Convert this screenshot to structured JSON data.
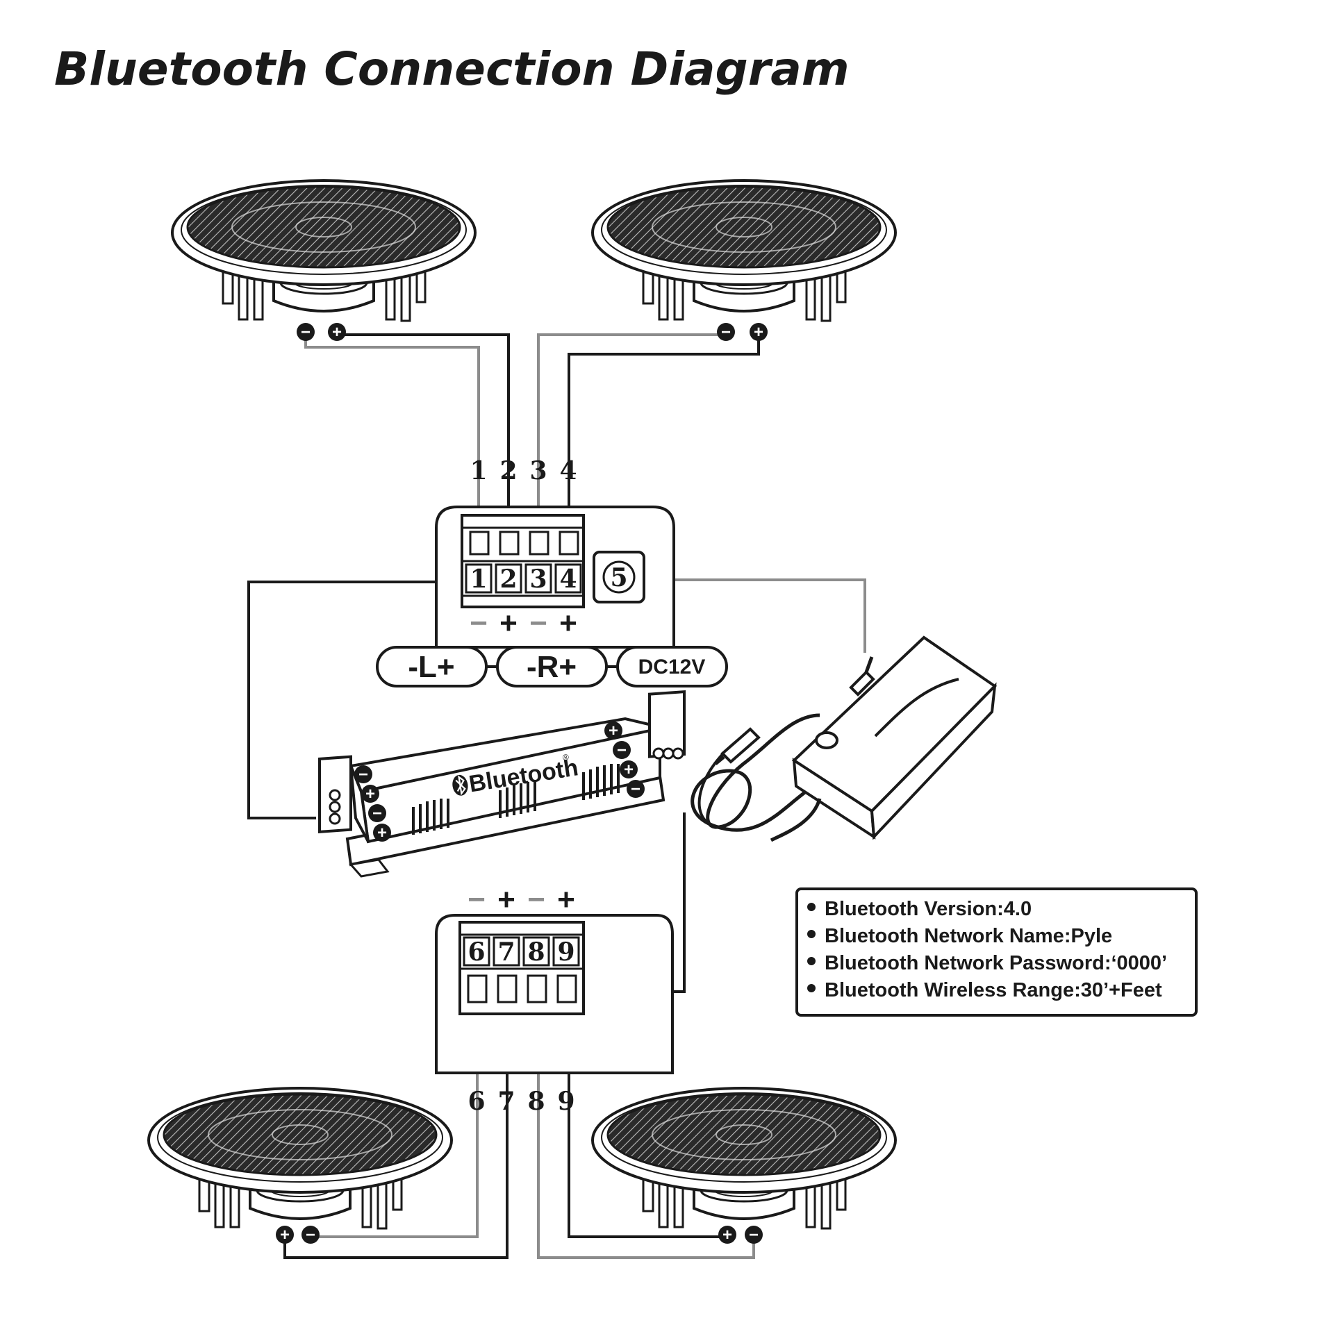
{
  "title": "Bluetooth Connection Diagram",
  "colors": {
    "ink": "#1a1a1a",
    "wire_light": "#8c8c8c",
    "paper": "#ffffff"
  },
  "top_terminal": {
    "numbers_above": [
      "1",
      "2",
      "3",
      "4"
    ],
    "labels": [
      "1",
      "2",
      "3",
      "4"
    ],
    "signs": [
      "−",
      "+",
      "−",
      "+"
    ],
    "power_terminal": "5"
  },
  "channels": {
    "left": "-L+",
    "right": "-R+",
    "power": "DC12V"
  },
  "amplifier": {
    "brand": "Bluetooth",
    "mark": "®",
    "left_signs": [
      "−",
      "+",
      "−",
      "+"
    ],
    "right_signs": [
      "+",
      "−",
      "+",
      "−"
    ]
  },
  "bottom_terminal": {
    "signs": [
      "−",
      "+",
      "−",
      "+"
    ],
    "labels": [
      "6",
      "7",
      "8",
      "9"
    ],
    "numbers_below": [
      "6",
      "7",
      "8",
      "9"
    ]
  },
  "speaker_terminals": {
    "top_left": [
      "−",
      "+"
    ],
    "top_right": [
      "−",
      "+"
    ],
    "bottom_left": [
      "+",
      "−"
    ],
    "bottom_right": [
      "+",
      "−"
    ]
  },
  "info": {
    "items": [
      "Bluetooth Version:4.0",
      "Bluetooth Network Name:Pyle",
      "Bluetooth Network Password:‘0000’",
      "Bluetooth Wireless Range:30’+Feet"
    ]
  },
  "icons": [
    "bluetooth-icon",
    "speaker",
    "power-adapter"
  ]
}
